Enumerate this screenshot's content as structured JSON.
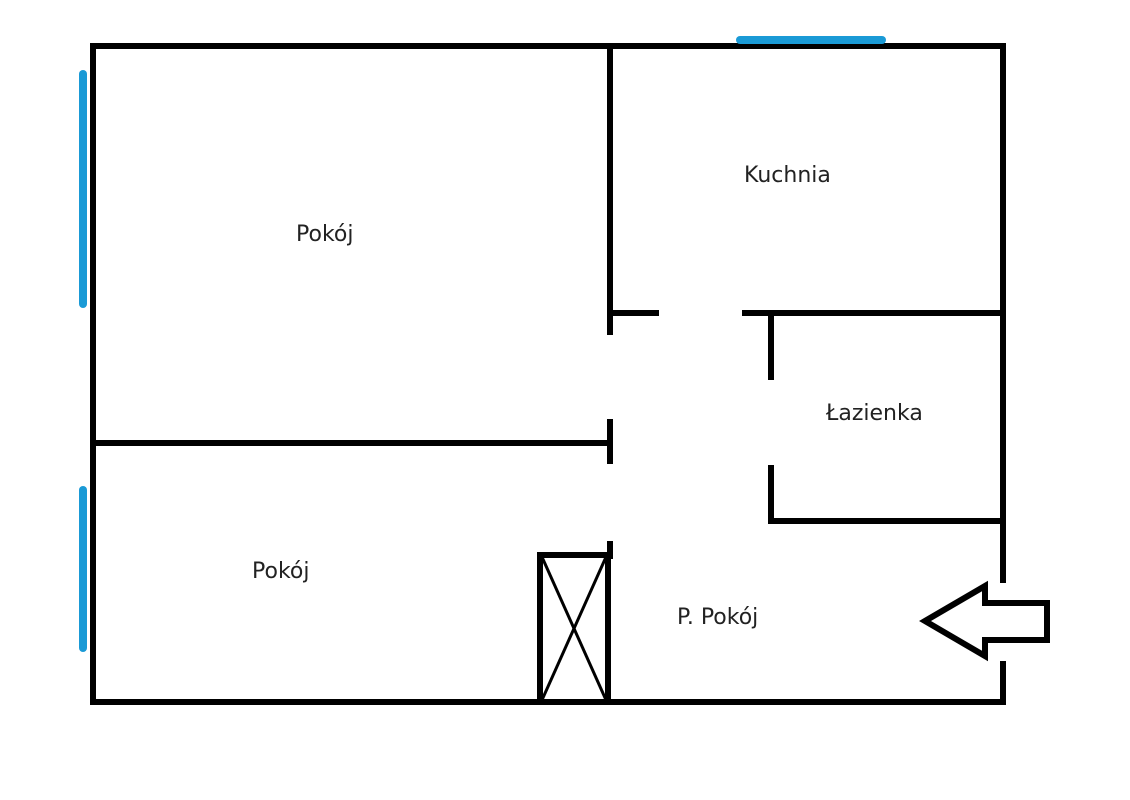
{
  "rooms": [
    {
      "label": "Pokój"
    },
    {
      "label": "Kuchnia"
    },
    {
      "label": "Łazienka"
    },
    {
      "label": "Pokój"
    },
    {
      "label": "P. Pokój"
    }
  ],
  "colors": {
    "wall": "#000000",
    "window": "#1a9ad6"
  },
  "icons": {
    "entrance": "arrow-left-icon",
    "closet": "cross-box-icon"
  }
}
